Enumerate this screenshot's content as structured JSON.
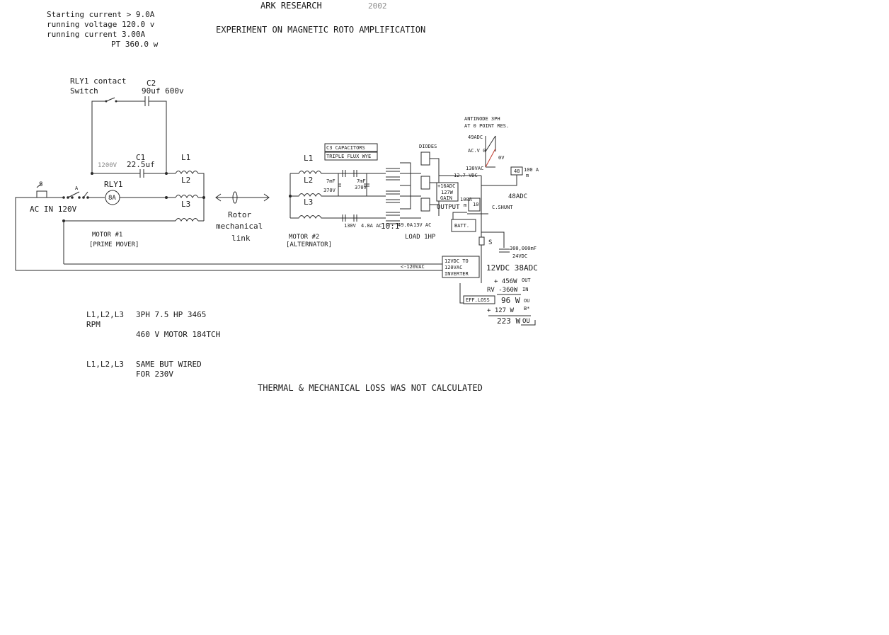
{
  "header": {
    "company": "ARK RESEARCH",
    "year": "2002",
    "experiment_title": "EXPERIMENT ON MAGNETIC ROTO AMPLIFICATION"
  },
  "specs": {
    "starting_current": "Starting current > 9.0A",
    "running_voltage": "running voltage 120.0 v",
    "running_current": "running current   3.00A",
    "power_total": "PT 360.0   w"
  },
  "motor1": {
    "relay_contact_line1": "RLY1 contact",
    "relay_contact_line2": "Switch",
    "c2_name": "C2",
    "c2_value": "90uf 600v",
    "c1_name": "C1",
    "c1_voltage": "1200V",
    "c1_value": "22.5uf",
    "relay_name": "RLY1",
    "relay_rating": "8A",
    "coil_l1": "L1",
    "coil_l2": "L2",
    "coil_l3": "L3",
    "switch_s": "S",
    "switch_a": "A",
    "ac_in": "AC IN 120V",
    "label": "MOTOR #1",
    "sublabel": "[PRIME MOVER]"
  },
  "link": {
    "line1": "Rotor",
    "line2": "mechanical",
    "line3": "link"
  },
  "motor2": {
    "coil_l1": "L1",
    "coil_l2": "L2",
    "coil_l3": "L3",
    "label": "MOTOR #2",
    "sublabel": "[ALTERNATOR]",
    "cap_box": "C3 CAPACITORS",
    "wye_box": "TRIPLE FLUX WYE",
    "cap_left": "7mF",
    "cap_left_v": "370V",
    "cap_right": "7mF",
    "cap_right_v": "370V",
    "v130": "130V",
    "a48": "4.8A AC",
    "ratio": "10:1",
    "a49": "49.0A",
    "v13": "13V AC",
    "load": "LOAD  1HP"
  },
  "output": {
    "diodes": "DIODES",
    "antinode_line1": "ANTINODE 3PH",
    "antinode_line2": "AT 0 POINT RES.",
    "adc49": "49ADC",
    "acv0": "AC.V 0",
    "dv0": "0V",
    "vac130": "130VAC",
    "vdc127": "12.7 VDC",
    "m48": "48",
    "a100": "100 A",
    "m_label": "m",
    "adc48": "48ADC",
    "gain_top": "+16ADC",
    "gain_mid": "127W",
    "gain_label": "GAIN",
    "output_label": "OUTPUT",
    "a100b": "100A",
    "m10": "10",
    "shunt": "C.SHUNT",
    "batt": "BATT.",
    "switch_s": "S",
    "cap_300": "300,000mF",
    "vdc24": "24VDC",
    "vdc12": "12VDC 38ADC",
    "vac120": "<-120VAC",
    "inv_line1": "12VDC TO",
    "inv_line2": "120VAC",
    "inv_line3": "INVERTER",
    "w456": "+ 456W",
    "out_label": "OUT",
    "rv360": "RV -360W",
    "in_label": "IN",
    "eff_loss": "EFF.LOSS",
    "w96": "96 W",
    "ou_label": "OU",
    "w127": "+ 127  W",
    "b_label": "B*",
    "w223": "223 W",
    "ou2_label": "OU"
  },
  "notes": {
    "l_label_1": "L1,L2,L3",
    "l_desc_1": "3PH 7.5 HP 3465",
    "rpm": "RPM",
    "motor_desc": "460 V MOTOR 184TCH",
    "l_label_2": "L1,L2,L3",
    "l_desc_2": "SAME BUT WIRED",
    "l_desc_3": "FOR 230V",
    "thermal": "THERMAL & MECHANICAL LOSS WAS NOT CALCULATED"
  }
}
